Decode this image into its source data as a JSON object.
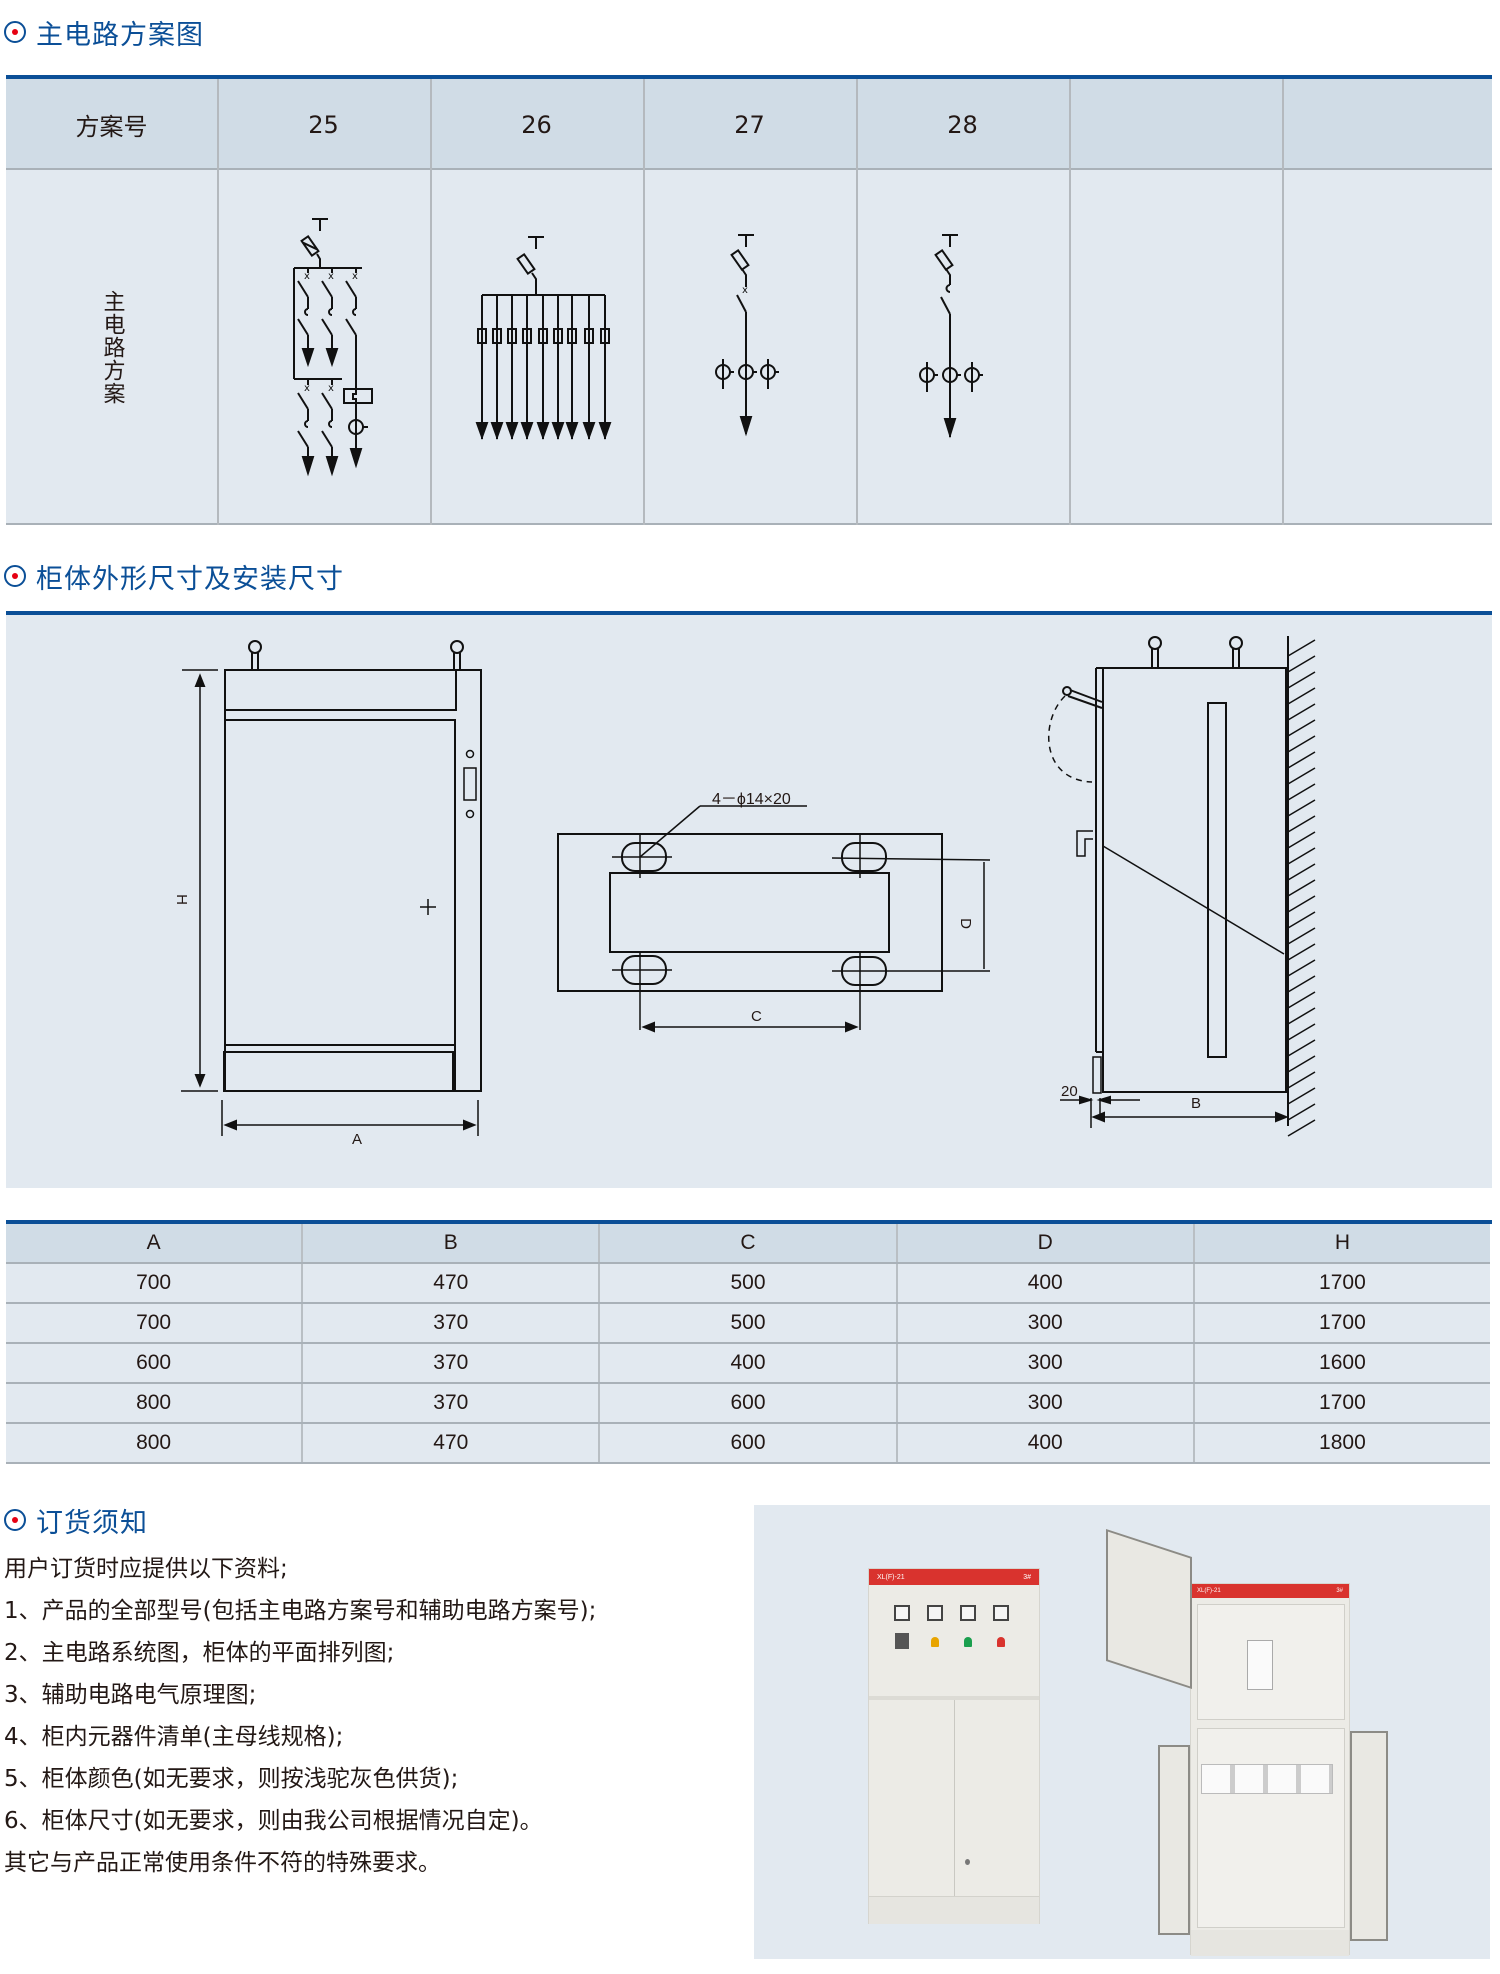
{
  "sections": {
    "main_circuit": {
      "title": "主电路方案图",
      "header_label": "方案号",
      "row_label": "主电路方案",
      "schemes": [
        {
          "number": "25"
        },
        {
          "number": "26"
        },
        {
          "number": "27"
        },
        {
          "number": "28"
        },
        {
          "number": ""
        },
        {
          "number": ""
        }
      ]
    },
    "dimensions": {
      "title": "柜体外形尺寸及安装尺寸",
      "drawing_labels": {
        "front_height": "H",
        "front_width": "A",
        "hole_spec": "4－ϕ14×20",
        "plan_c": "C",
        "plan_d": "D",
        "side_depth": "B",
        "side_offset": "20"
      },
      "table": {
        "columns": [
          "A",
          "B",
          "C",
          "D",
          "H"
        ],
        "rows": [
          [
            "700",
            "470",
            "500",
            "400",
            "1700"
          ],
          [
            "700",
            "370",
            "500",
            "300",
            "1700"
          ],
          [
            "600",
            "370",
            "400",
            "300",
            "1600"
          ],
          [
            "800",
            "370",
            "600",
            "300",
            "1700"
          ],
          [
            "800",
            "470",
            "600",
            "400",
            "1800"
          ]
        ]
      }
    },
    "ordering": {
      "title": "订货须知",
      "lines": [
        "用户订货时应提供以下资料;",
        "1、产品的全部型号(包括主电路方案号和辅助电路方案号);",
        "2、主电路系统图，柜体的平面排列图;",
        "3、辅助电路电气原理图;",
        "4、柜内元器件清单(主母线规格);",
        "5、柜体颜色(如无要求，则按浅驼灰色供货);",
        "6、柜体尺寸(如无要求，则由我公司根据情况自定)。",
        "其它与产品正常使用条件不符的特殊要求。"
      ]
    },
    "photo": {
      "cabinet_model": "XL(F)-21",
      "cabinet_number": "3#"
    }
  },
  "colors": {
    "title_blue": "#0b4f97",
    "accent_red": "#e60012",
    "header_bg": "#d0dce6",
    "body_bg": "#e2e9f0",
    "cabinet_red": "#d9332e"
  }
}
